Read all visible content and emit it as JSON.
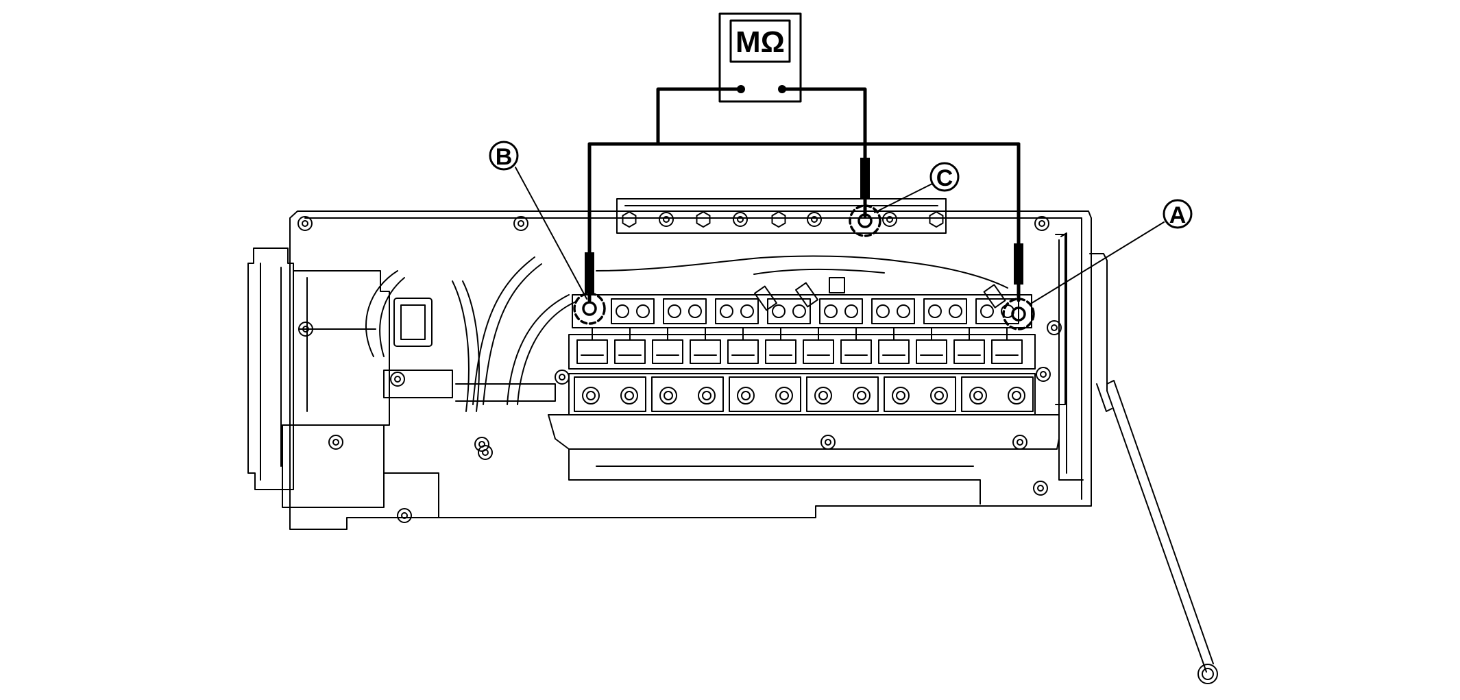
{
  "meter": {
    "label": "MΩ"
  },
  "callouts": [
    {
      "id": "B",
      "letter": "B"
    },
    {
      "id": "C",
      "letter": "C"
    },
    {
      "id": "A",
      "letter": "A"
    }
  ],
  "colors": {
    "ink": "#000000",
    "paper": "#ffffff"
  }
}
